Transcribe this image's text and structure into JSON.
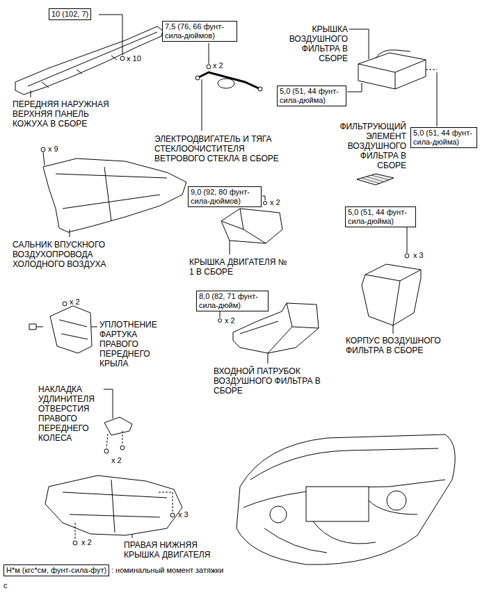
{
  "diagram": {
    "nodes": [
      {
        "text": [
          "10 (102, 7)"
        ]
      },
      {
        "text": [
          "7,5 (76, 66 фунт-сила-дюймов)"
        ]
      },
      {
        "text": [
          "5,0 (51, 44 фунт-сила-дюйма)"
        ]
      },
      {
        "text": [
          "5,0 (51, 44 фунт-сила-дюйма)"
        ]
      },
      {
        "text": [
          "9,0 (92, 80 фунт-сила-дюймов)"
        ]
      },
      {
        "text": [
          "5,0 (51, 44 фунт-сила-дюйма)"
        ]
      },
      {
        "text": [
          "8,0 (82, 71 фунт-сила-дюйм)"
        ]
      },
      {
        "text": [
          "Н*м (кгс*см, фунт-сила-фут)"
        ]
      }
    ],
    "labels": [
      "x 10",
      "КРЫШКА ВОЗДУШНОГО ФИЛЬТРА В СБОРЕ",
      "x 2",
      "ПЕРЕДНЯЯ НАРУЖНАЯ ВЕРХНЯЯ ПАНЕЛЬ КОЖУХА В СБОРЕ",
      "ФИЛЬТРУЮЩИЙ ЭЛЕМЕНТ ВОЗДУШНОГО ФИЛЬТРА В СБОРЕ",
      "ЭЛЕКТРОДВИГАТЕЛЬ И ТЯГА СТЕКЛООЧИСТИТЕЛЯ ВЕТРОВОГО СТЕКЛА В СБОРЕ",
      "x 9",
      "x 2",
      "САЛЬНИК ВПУСКНОГО ВОЗДУХОПРОВОДА ХОЛОДНОГО ВОЗДУХА",
      "КРЫШКА ДВИГАТЕЛЯ № 1 В СБОРЕ",
      "x 3",
      "x 2",
      "x 2",
      "УПЛОТНЕНИЕ ФАРТУКА ПРАВОГО ПЕРЕДНЕГО КРЫЛА",
      "КОРПУС ВОЗДУШНОГО ФИЛЬТРА В СБОРЕ",
      "ВХОДНОЙ ПАТРУБОК ВОЗДУШНОГО ФИЛЬТРА В СБОРЕ",
      "НАКЛАДКА УДЛИНИТЕЛЯ ОТВЕРСТИЯ ПРАВОГО ПЕРЕДНЕГО КОЛЕСА",
      "x 2",
      "x 3",
      "x 2",
      "ПРАВАЯ НИЖНЯЯ КРЫШКА ДВИГАТЕЛЯ",
      ": номинальный момент затяжки",
      "c"
    ]
  }
}
